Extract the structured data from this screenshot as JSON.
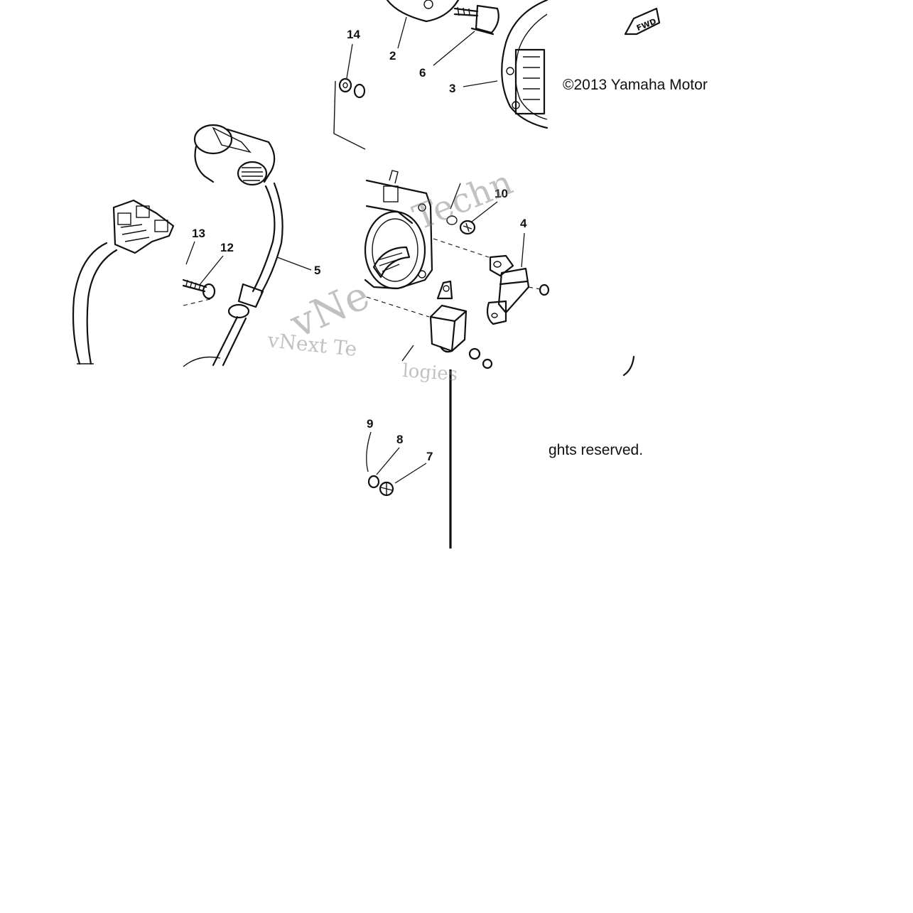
{
  "diagram": {
    "callouts": {
      "c2": "2",
      "c3": "3",
      "c4": "4",
      "c5": "5",
      "c6": "6",
      "c7": "7",
      "c8": "8",
      "c9": "9",
      "c10": "10",
      "c12": "12",
      "c13": "13",
      "c14": "14"
    },
    "fwd_label": "FWD",
    "copyright_top": "©2013 Yamaha Motor",
    "copyright_bottom": "ghts reserved.",
    "watermark_main": "vNext Te",
    "watermark_tail": "logies",
    "watermark_diag_1": "vNe",
    "watermark_diag_2": "Techn"
  }
}
